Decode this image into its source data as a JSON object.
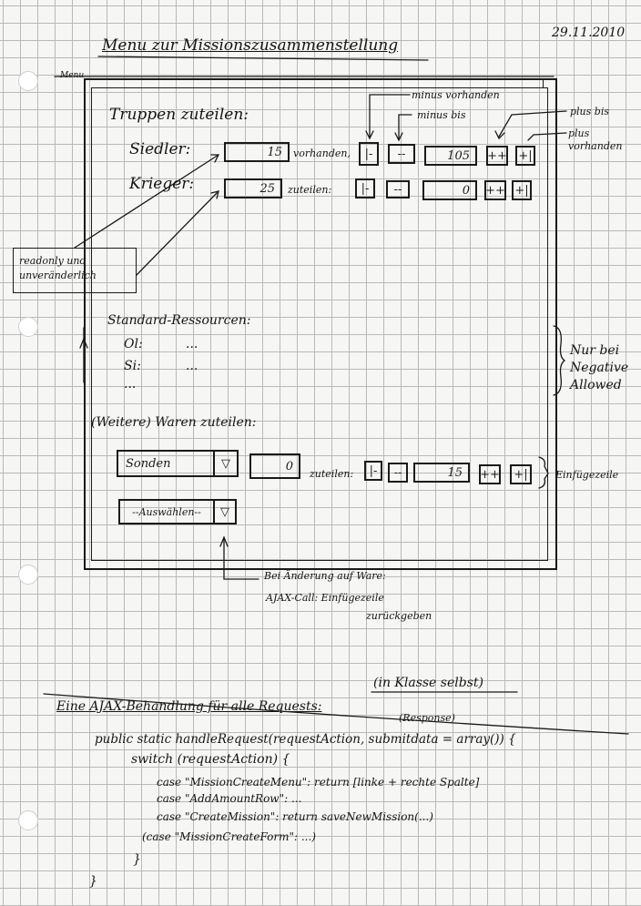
{
  "date": "29.11.2010",
  "title": "Menu zur Missionszusammenstellung",
  "window_label": "Menu",
  "troops": {
    "heading": "Truppen zuteilen:",
    "rows": [
      {
        "label": "Siedler:",
        "available": "15",
        "middle_word": "vorhanden,",
        "amount": "105",
        "btn_minus_all": "|-",
        "btn_minus": "--",
        "btn_plus": "++",
        "btn_plus_all": "+|"
      },
      {
        "label": "Krieger:",
        "available": "25",
        "middle_word": "zuteilen:",
        "amount": "0",
        "btn_minus_all": "|-",
        "btn_minus": "--",
        "btn_plus": "++",
        "btn_plus_all": "+|"
      }
    ],
    "annotations": {
      "minus_available": "minus vorhanden",
      "minus_to": "minus bis",
      "plus_to": "plus bis",
      "plus_available": "plus vorhanden"
    }
  },
  "readonly_note": "readonly und unveränderlich",
  "resources": {
    "heading": "Standard-Ressourcen:",
    "items": [
      {
        "name": "Ol:",
        "value": "..."
      },
      {
        "name": "Si:",
        "value": "..."
      }
    ],
    "more": "...",
    "note": "Nur bei Negative Allowed"
  },
  "goods": {
    "heading": "(Weitere) Waren zuteilen:",
    "select_value": "Sonden",
    "amount_available": "0",
    "assign_label": "zuteilen:",
    "amount": "15",
    "btn_minus_all": "|-",
    "btn_minus": "--",
    "btn_plus": "++",
    "btn_plus_all": "+|",
    "row_note": "Einfügezeile",
    "select_placeholder": "--Auswählen--",
    "ajax_note_line1": "Bei Änderung auf Ware:",
    "ajax_note_line2": "AJAX-Call: Einfügezeile",
    "ajax_note_line3": "zurückgeben"
  },
  "code": {
    "class_note": "(in Klasse selbst)",
    "heading": "Eine AJAX-Behandlung für alle Requests:",
    "response_note": "(Response)",
    "lines": [
      "public static handleRequest(requestAction, submitdata = array()) {",
      "switch (requestAction) {",
      "case \"MissionCreateMenu\": return [linke + rechte Spalte]",
      "case \"AddAmountRow\": ...",
      "case \"CreateMission\": return saveNewMission(...)",
      "(case \"MissionCreateForm\": ...)",
      "}",
      "}"
    ]
  }
}
